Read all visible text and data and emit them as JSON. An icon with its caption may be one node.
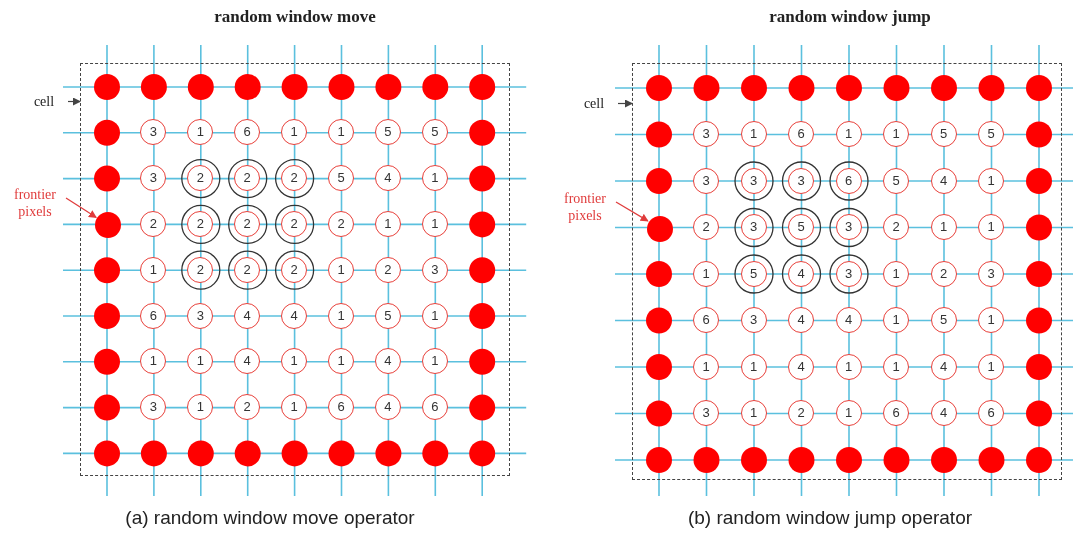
{
  "diagram": {
    "nodes": [
      {
        "text": [],
        "shape": "box"
      },
      {
        "text": [
          "cell"
        ]
      },
      {
        "text": [
          "frontier pixels"
        ]
      },
      {
        "text": [],
        "shape": "circle",
        "in": 0
      },
      {
        "text": [],
        "shape": "box"
      },
      {
        "text": [
          "cell"
        ]
      },
      {
        "text": [
          "frontier pixels"
        ]
      },
      {
        "text": [],
        "shape": "circle",
        "in": 4
      }
    ],
    "edges": [
      {
        "from": 1,
        "to": 0,
        "arrow": "to"
      },
      {
        "from": 2,
        "to": 3,
        "arrow": "to",
        "color": "#e03c3c"
      },
      {
        "from": 5,
        "to": 4,
        "arrow": "to"
      },
      {
        "from": 6,
        "to": 7,
        "arrow": "to",
        "color": "#e03c3c"
      }
    ],
    "labels": [
      "random window move",
      "random window jump",
      "3",
      "1",
      "6",
      "1",
      "1",
      "5",
      "5",
      "3",
      "2",
      "2",
      "2",
      "5",
      "4",
      "1",
      "2",
      "2",
      "2",
      "2",
      "2",
      "1",
      "1",
      "1",
      "2",
      "2",
      "2",
      "1",
      "2",
      "3",
      "6",
      "3",
      "4",
      "4",
      "1",
      "5",
      "1",
      "1",
      "1",
      "4",
      "1",
      "1",
      "4",
      "1",
      "3",
      "1",
      "2",
      "1",
      "6",
      "4",
      "6",
      "3",
      "1",
      "6",
      "1",
      "1",
      "5",
      "5",
      "3",
      "3",
      "3",
      "6",
      "5",
      "4",
      "1",
      "2",
      "3",
      "5",
      "3",
      "2",
      "1",
      "1",
      "1",
      "5",
      "4",
      "3",
      "1",
      "2",
      "3",
      "6",
      "3",
      "4",
      "4",
      "1",
      "5",
      "1",
      "1",
      "1",
      "4",
      "1",
      "1",
      "4",
      "1",
      "3",
      "1",
      "2",
      "1",
      "6",
      "4",
      "6",
      "(a) random window move operator",
      "(b) random window jump operator"
    ]
  }
}
